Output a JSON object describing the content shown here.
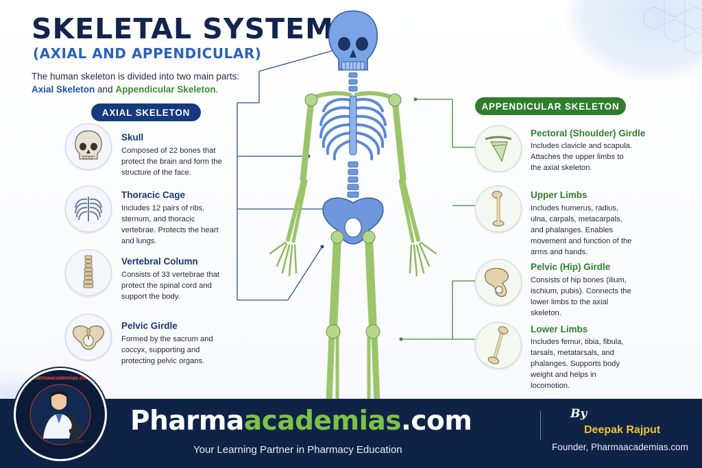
{
  "header": {
    "title": "SKELETAL SYSTEM",
    "subtitle": "(AXIAL AND APPENDICULAR)",
    "intro_line1": "The human skeleton is divided into two main parts:",
    "intro_axial": "Axial Skeleton",
    "intro_and": " and ",
    "intro_appendicular": "Appendicular Skeleton",
    "intro_end": "."
  },
  "axial": {
    "heading": "AXIAL SKELETON",
    "items": [
      {
        "icon": "skull-icon",
        "title": "Skull",
        "desc": "Composed of 22 bones that protect the brain and form the structure of the face."
      },
      {
        "icon": "rib-cage-icon",
        "title": "Thoracic Cage",
        "desc": "Includes 12 pairs of ribs, sternum, and thoracic vertebrae. Protects the heart and lungs."
      },
      {
        "icon": "spine-icon",
        "title": "Vertebral Column",
        "desc": "Consists of 33 vertebrae that protect the spinal cord and support the body."
      },
      {
        "icon": "pelvis-icon",
        "title": "Pelvic Girdle",
        "desc": "Formed by the sacrum and coccyx, supporting and protecting pelvic organs."
      }
    ]
  },
  "appendicular": {
    "heading": "APPENDICULAR SKELETON",
    "items": [
      {
        "icon": "scapula-icon",
        "title": "Pectoral (Shoulder) Girdle",
        "desc": "Includes clavicle and scapula. Attaches the upper limbs to the axial skeleton."
      },
      {
        "icon": "humerus-icon",
        "title": "Upper Limbs",
        "desc": "Includes humerus, radius, ulna, carpals, metacarpals, and phalanges. Enables movement and function of the arms and hands."
      },
      {
        "icon": "hip-bone-icon",
        "title": "Pelvic (Hip) Girdle",
        "desc": "Consists of hip bones (ilium, ischium, pubis). Connects the lower limbs to the axial skeleton."
      },
      {
        "icon": "femur-icon",
        "title": "Lower Limbs",
        "desc": "Includes femur, tibia, fibula, tarsals, metatarsals, and phalanges. Supports body weight and helps in locomotion."
      }
    ]
  },
  "footer": {
    "brand_part1": "Pharma",
    "brand_part2": "academias",
    "brand_part3": ".com",
    "tagline": "Your Learning Partner in Pharmacy Education",
    "by": "By",
    "author": "Deepak Rajput",
    "founder": "Founder, Pharmaacademias.com",
    "logo_ring_text": "Pharmaacademias.com"
  },
  "colors": {
    "axial": "#4a7fd6",
    "axial_dark": "#173a7e",
    "appendicular": "#9cc46a",
    "appendicular_dark": "#2f7d2d",
    "footer_bg": "#0f2346",
    "brand_green": "#7cc14a",
    "author_gold": "#f2c230"
  }
}
